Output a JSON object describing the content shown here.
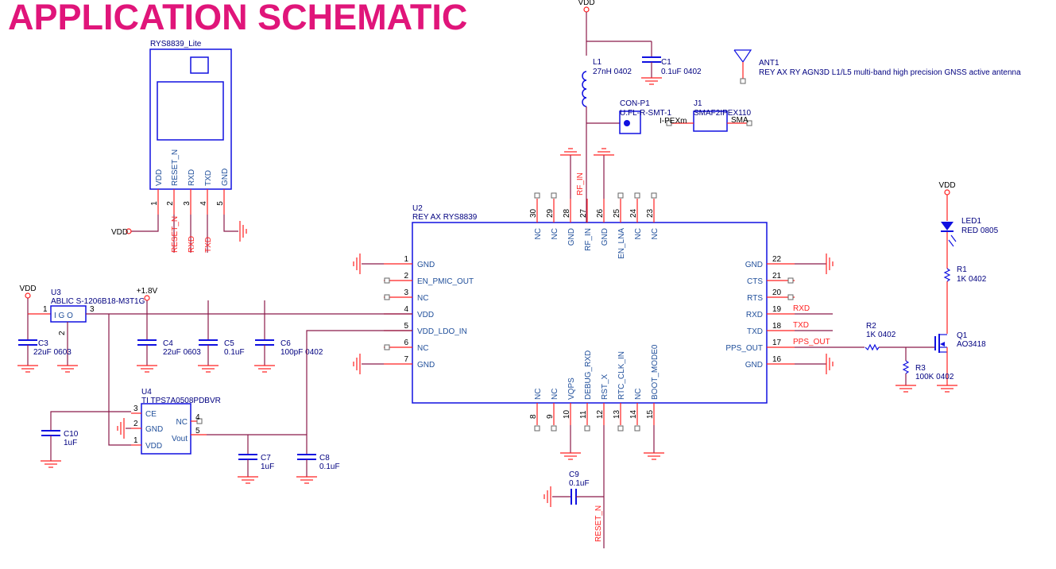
{
  "title": "APPLICATION SCHEMATIC",
  "colors": {
    "title": "#e0157a",
    "wire": "#8b1a4a",
    "pin": "#ff2020",
    "component": "#1010e0",
    "label": "#1f4e9a",
    "ref": "#000080",
    "net": "#ff2020"
  },
  "module": {
    "name": "RYS8839_Lite",
    "pins": [
      {
        "num": "1",
        "name": "VDD"
      },
      {
        "num": "2",
        "name": "RESET_N"
      },
      {
        "num": "3",
        "name": "RXD"
      },
      {
        "num": "4",
        "name": "TXD"
      },
      {
        "num": "5",
        "name": "GND"
      }
    ],
    "vdd": "VDD",
    "nets": [
      "RESET_N",
      "RXD",
      "TXD"
    ]
  },
  "u2": {
    "ref": "U2",
    "part": "REY AX RYS8839",
    "left_pins": [
      {
        "num": "1",
        "name": "GND"
      },
      {
        "num": "2",
        "name": "EN_PMIC_OUT"
      },
      {
        "num": "3",
        "name": "NC"
      },
      {
        "num": "4",
        "name": "VDD"
      },
      {
        "num": "5",
        "name": "VDD_LDO_IN"
      },
      {
        "num": "6",
        "name": "NC"
      },
      {
        "num": "7",
        "name": "GND"
      }
    ],
    "right_pins": [
      {
        "num": "22",
        "name": "GND"
      },
      {
        "num": "21",
        "name": "CTS"
      },
      {
        "num": "20",
        "name": "RTS"
      },
      {
        "num": "19",
        "name": "RXD",
        "net": "RXD"
      },
      {
        "num": "18",
        "name": "TXD",
        "net": "TXD"
      },
      {
        "num": "17",
        "name": "PPS_OUT",
        "net": "PPS_OUT"
      },
      {
        "num": "16",
        "name": "GND"
      }
    ],
    "top_pins": [
      {
        "num": "30",
        "name": "NC"
      },
      {
        "num": "29",
        "name": "NC"
      },
      {
        "num": "28",
        "name": "GND"
      },
      {
        "num": "27",
        "name": "RF_IN"
      },
      {
        "num": "26",
        "name": "GND"
      },
      {
        "num": "25",
        "name": "EN_LNA"
      },
      {
        "num": "24",
        "name": "NC"
      },
      {
        "num": "23",
        "name": "NC"
      }
    ],
    "bottom_pins": [
      {
        "num": "8",
        "name": "NC"
      },
      {
        "num": "9",
        "name": "NC"
      },
      {
        "num": "10",
        "name": "VQPS"
      },
      {
        "num": "11",
        "name": "DEBUG_RXD"
      },
      {
        "num": "12",
        "name": "RST_X"
      },
      {
        "num": "13",
        "name": "RTC_CLK_IN"
      },
      {
        "num": "14",
        "name": "NC"
      },
      {
        "num": "15",
        "name": "BOOT_MODE0"
      }
    ]
  },
  "nets": {
    "vdd": "VDD",
    "v18": "+1.8V",
    "rf_in": "RF_IN",
    "reset_n": "RESET_N"
  },
  "u3": {
    "ref": "U3",
    "part": "ABLIC S-1206B18-M3T1G",
    "pin_in": "1",
    "pin_gnd": "2",
    "pin_out": "3",
    "body": "I  G O"
  },
  "u4": {
    "ref": "U4",
    "part": "TI TPS7A0508PDBVR",
    "pins": [
      {
        "num": "3",
        "name": "CE"
      },
      {
        "num": "2",
        "name": "GND"
      },
      {
        "num": "1",
        "name": "VDD"
      },
      {
        "num": "4",
        "name": "NC"
      },
      {
        "num": "5",
        "name": "Vout"
      }
    ]
  },
  "components": {
    "L1": {
      "ref": "L1",
      "value": "27nH  0402"
    },
    "C1": {
      "ref": "C1",
      "value": "0.1uF  0402"
    },
    "C3": {
      "ref": "C3",
      "value": "22uF  0603"
    },
    "C4": {
      "ref": "C4",
      "value": "22uF  0603"
    },
    "C5": {
      "ref": "C5",
      "value": "0.1uF"
    },
    "C6": {
      "ref": "C6",
      "value": "100pF  0402"
    },
    "C7": {
      "ref": "C7",
      "value": "1uF"
    },
    "C8": {
      "ref": "C8",
      "value": "0.1uF"
    },
    "C9": {
      "ref": "C9",
      "value": "0.1uF"
    },
    "C10": {
      "ref": "C10",
      "value": "1uF"
    },
    "R1": {
      "ref": "R1",
      "value": "1K  0402"
    },
    "R2": {
      "ref": "R2",
      "value": "1K  0402"
    },
    "R3": {
      "ref": "R3",
      "value": "100K  0402"
    },
    "Q1": {
      "ref": "Q1",
      "value": "AO3418"
    },
    "LED1": {
      "ref": "LED1",
      "value": "RED  0805"
    },
    "CONP1": {
      "ref": "CON-P1",
      "value": "U.FL-R-SMT-1"
    },
    "J1": {
      "ref": "J1",
      "value": "SMAF2IPEX110",
      "pin_a": "I-PEXm",
      "pin_b": "SMA"
    },
    "ANT1": {
      "ref": "ANT1",
      "value": "REY AX RY AGN3D  L1/L5 multi-band high precision GNSS active antenna"
    }
  }
}
